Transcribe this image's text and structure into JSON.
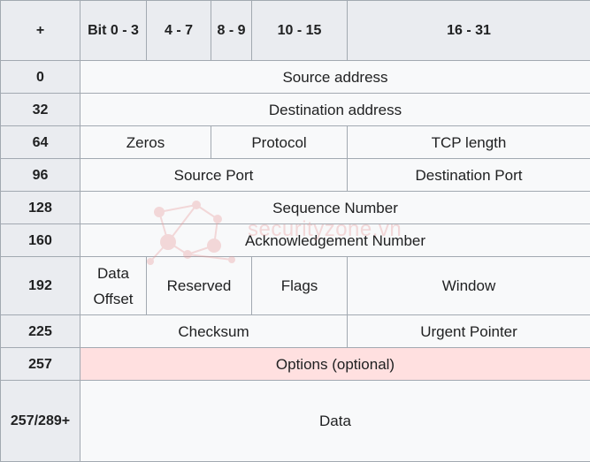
{
  "header": {
    "corner": "+",
    "c1": "Bit 0 - 3",
    "c2": "4 - 7",
    "c3": "8 - 9",
    "c4": "10 - 15",
    "c5": "16 - 31"
  },
  "rows": {
    "r0": {
      "offset": "0",
      "source_address": "Source address"
    },
    "r32": {
      "offset": "32",
      "destination_address": "Destination address"
    },
    "r64": {
      "offset": "64",
      "zeros": "Zeros",
      "protocol": "Protocol",
      "tcp_length": "TCP length"
    },
    "r96": {
      "offset": "96",
      "source_port": "Source Port",
      "destination_port": "Destination Port"
    },
    "r128": {
      "offset": "128",
      "sequence_number": "Sequence Number"
    },
    "r160": {
      "offset": "160",
      "ack_number": "Acknowledgement Number"
    },
    "r192": {
      "offset": "192",
      "data_offset": "Data Offset",
      "reserved": "Reserved",
      "flags": "Flags",
      "window": "Window"
    },
    "r225": {
      "offset": "225",
      "checksum": "Checksum",
      "urgent_pointer": "Urgent Pointer"
    },
    "r257": {
      "offset": "257",
      "options": "Options (optional)"
    },
    "rdata": {
      "offset": "257/289+",
      "data": "Data"
    }
  },
  "watermark": {
    "text": "securityzone.vn",
    "color": "#e89a9a"
  },
  "colors": {
    "header_bg": "#eaecf0",
    "cell_bg": "#f8f9fa",
    "options_bg": "#ffe0e0",
    "border": "#a2a9b1"
  }
}
